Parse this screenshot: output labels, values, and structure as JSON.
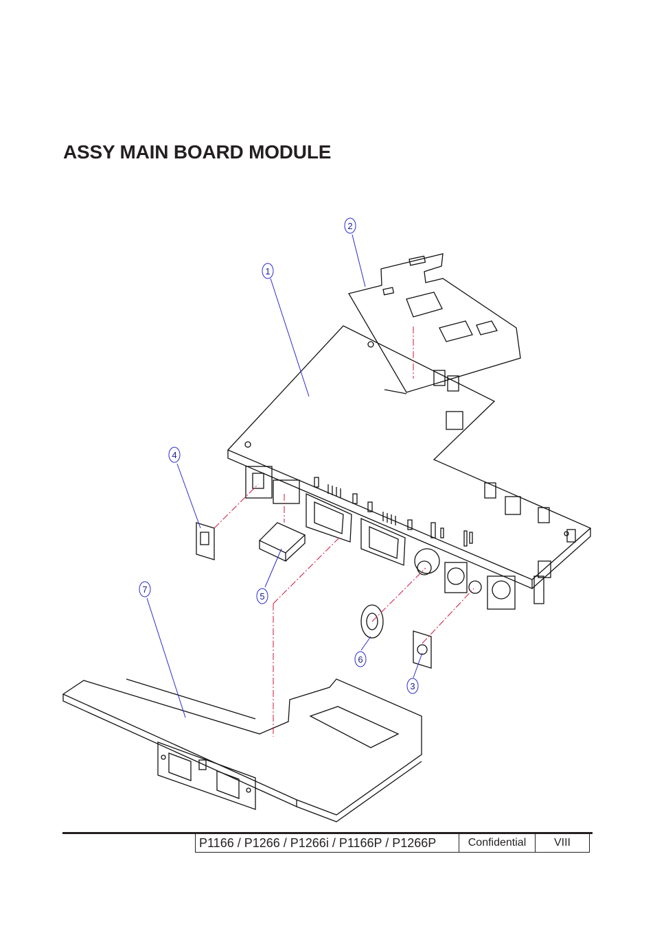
{
  "document": {
    "title": "ASSY MAIN BOARD MODULE"
  },
  "diagram": {
    "callouts": [
      {
        "id": "1",
        "label": "1"
      },
      {
        "id": "2",
        "label": "2"
      },
      {
        "id": "3",
        "label": "3"
      },
      {
        "id": "4",
        "label": "4"
      },
      {
        "id": "5",
        "label": "5"
      },
      {
        "id": "6",
        "label": "6"
      },
      {
        "id": "7",
        "label": "7"
      }
    ]
  },
  "footer": {
    "models": "P1166 / P1266 / P1266i / P1166P / P1266P",
    "confidentiality": "Confidential",
    "page": "VIII"
  },
  "colors": {
    "text": "#231f20",
    "line_art": "#111111",
    "callout_leader": "#2a2ad0",
    "assembly_line": "#d0103a"
  }
}
